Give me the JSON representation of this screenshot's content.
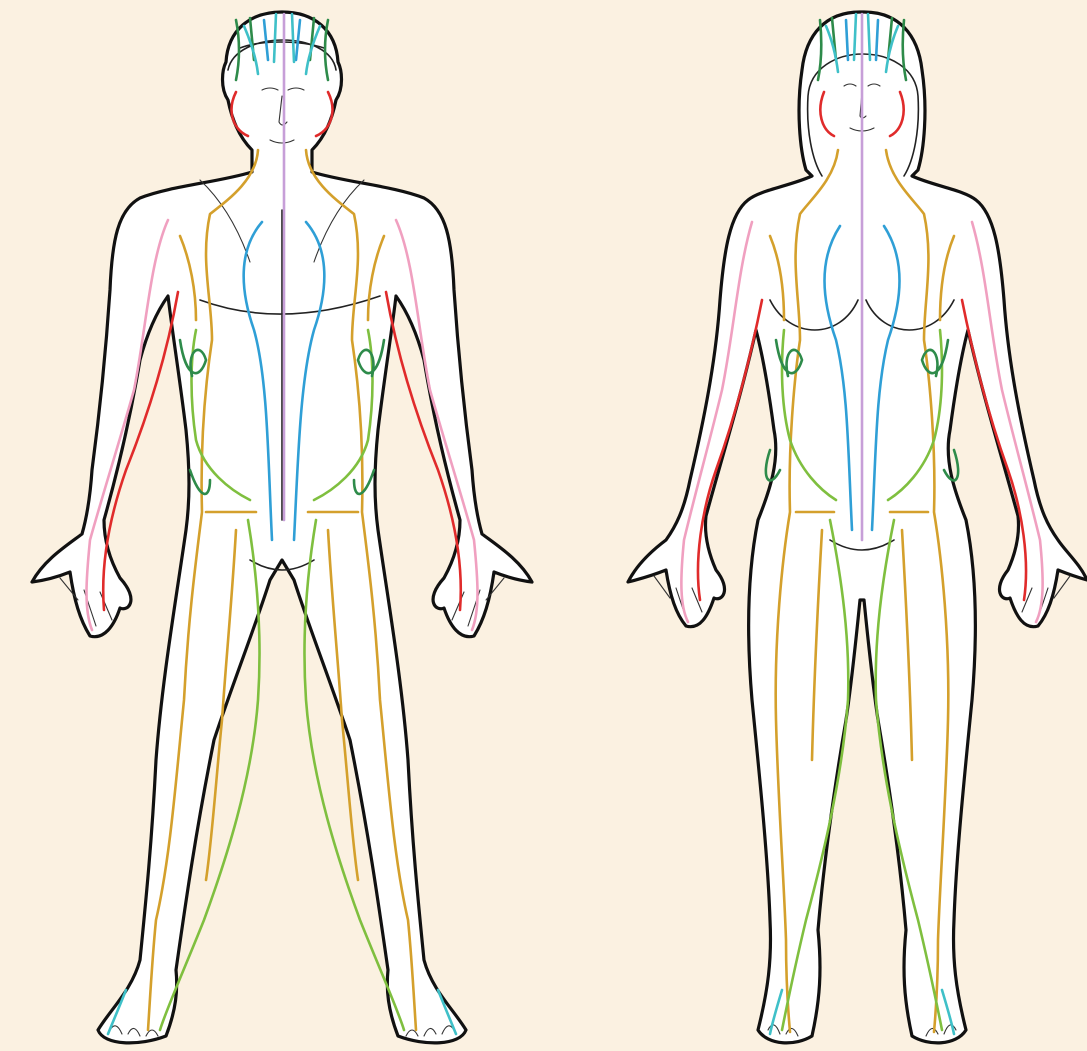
{
  "figures": [
    {
      "id": "male",
      "name": "male-body"
    },
    {
      "id": "female",
      "name": "female-body"
    }
  ],
  "colors": {
    "background": "#fbf1e1",
    "outline": "#111111",
    "stomach_meridian": "#d4a02c",
    "gallbladder_meridian": "#7fbf3f",
    "liver_meridian": "#2e8b4a",
    "conception_vessel": "#c79fd8",
    "kidney_meridian": "#2f9fd6",
    "heart_meridian": "#e02b2b",
    "pericardium_meridian": "#f0a0c0",
    "head_teal": "#3fc0c8"
  }
}
